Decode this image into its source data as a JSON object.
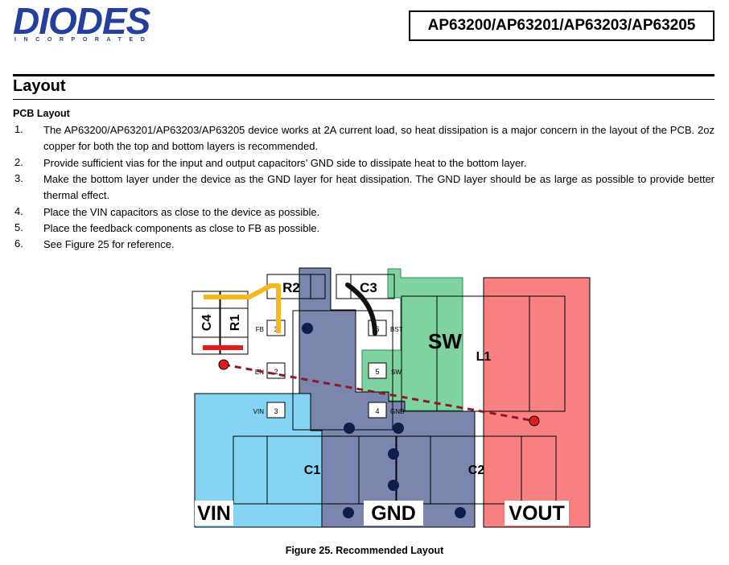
{
  "header": {
    "logo_text": "DIODES",
    "logo_subtext": "INCORPORATED",
    "part_numbers": "AP63200/AP63201/AP63203/AP63205"
  },
  "section": {
    "title": "Layout",
    "subtitle": "PCB Layout"
  },
  "items": [
    {
      "num": "1.",
      "text": "The AP63200/AP63201/AP63203/AP63205 device works at 2A current load, so heat dissipation is a major concern in the layout of the PCB. 2oz copper for both the top and bottom layers is recommended."
    },
    {
      "num": "2.",
      "text": "Provide sufficient vias for the input and output capacitors’ GND side to dissipate heat to the bottom layer."
    },
    {
      "num": "3.",
      "text": "Make the bottom layer under the device as the GND layer for heat dissipation. The GND layer should be as large as possible to provide better thermal effect."
    },
    {
      "num": "4.",
      "text": "Place the VIN capacitors as close to the device as possible."
    },
    {
      "num": "5.",
      "text": "Place the feedback components as close to FB as possible."
    },
    {
      "num": "6.",
      "text": "See Figure 25 for reference."
    }
  ],
  "figure": {
    "caption": "Figure 25. Recommended Layout",
    "labels": {
      "r2": "R2",
      "c3": "C3",
      "c4": "C4",
      "r1": "R1",
      "sw_big": "SW",
      "l1": "L1",
      "c1": "C1",
      "c2": "C2",
      "vin": "VIN",
      "gnd": "GND",
      "vout": "VOUT"
    },
    "pins": [
      {
        "name": "FB",
        "num": "1"
      },
      {
        "name": "EN",
        "num": "2"
      },
      {
        "name": "VIN",
        "num": "3"
      },
      {
        "name": "GND",
        "num": "4"
      },
      {
        "name": "SW",
        "num": "5"
      },
      {
        "name": "BST",
        "num": "6"
      }
    ],
    "colors": {
      "gnd_plane": "#7a86ad",
      "vin_plane": "#86d4f4",
      "vout_plane": "#f88080",
      "sw_plane": "#7fd3a0",
      "fb_trace": "#f5b820",
      "bst_trace": "#111111",
      "en_trace": "#e31b1b",
      "kelvin_trace": "#8b1a2a",
      "via": "#0e1e4a"
    }
  }
}
